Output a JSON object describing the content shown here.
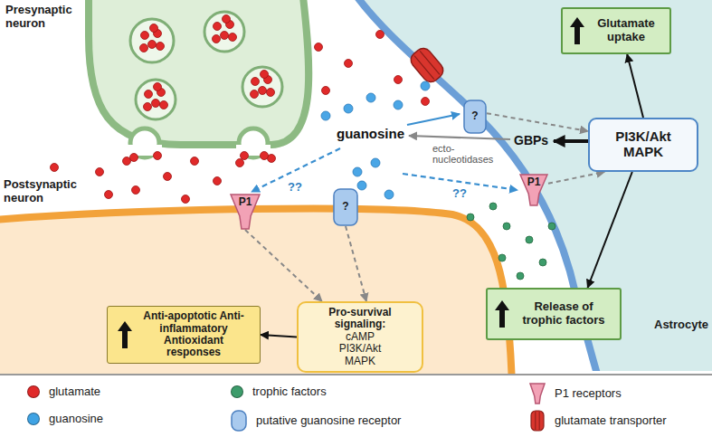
{
  "diagram": {
    "nodes": [
      {
        "text": [
          "Presynaptic neuron"
        ]
      },
      {
        "text": [
          "Postsynaptic neuron"
        ]
      },
      {
        "text": [
          "Astrocyte"
        ]
      },
      {
        "text": [
          "Glutamate uptake"
        ],
        "in": 2
      },
      {
        "text": [
          "PI3K/Akt MAPK"
        ],
        "in": 2
      },
      {
        "text": [
          "Release of trophic factors"
        ],
        "in": 2
      },
      {
        "text": [
          "Pro-survival signaling:",
          "cAMP PI3K/Akt MAPK"
        ],
        "in": 1
      },
      {
        "text": [
          "Anti-apoptotic Anti-inflammatory Antioxidant responses"
        ],
        "in": 1
      },
      {
        "text": [
          "?"
        ]
      },
      {
        "text": [
          "P1"
        ]
      },
      {
        "text": [
          "P1"
        ]
      },
      {
        "text": [
          "?"
        ]
      }
    ],
    "edges": [
      {
        "from": 8,
        "to": 4,
        "arrow": "to"
      },
      {
        "from": 9,
        "to": 4,
        "arrow": "to"
      },
      {
        "from": 4,
        "to": 3,
        "arrow": "to"
      },
      {
        "from": 4,
        "to": 5,
        "arrow": "to"
      },
      {
        "from": 10,
        "to": 6,
        "arrow": "to"
      },
      {
        "from": 11,
        "to": 6,
        "arrow": "to"
      },
      {
        "from": 6,
        "to": 7,
        "arrow": "to"
      }
    ],
    "labels": [
      "guanosine",
      "GBPs",
      "ecto-nucleotidases",
      "??",
      "??"
    ],
    "legend": [
      {
        "text": "glutamate",
        "color": "#e02a2a"
      },
      {
        "text": "trophic factors",
        "color": "#3d9c6b"
      },
      {
        "text": "P1 receptors"
      },
      {
        "text": "guanosine",
        "color": "#3fa3e4"
      },
      {
        "text": "putative guanosine receptor"
      },
      {
        "text": "glutamate transporter"
      }
    ]
  }
}
